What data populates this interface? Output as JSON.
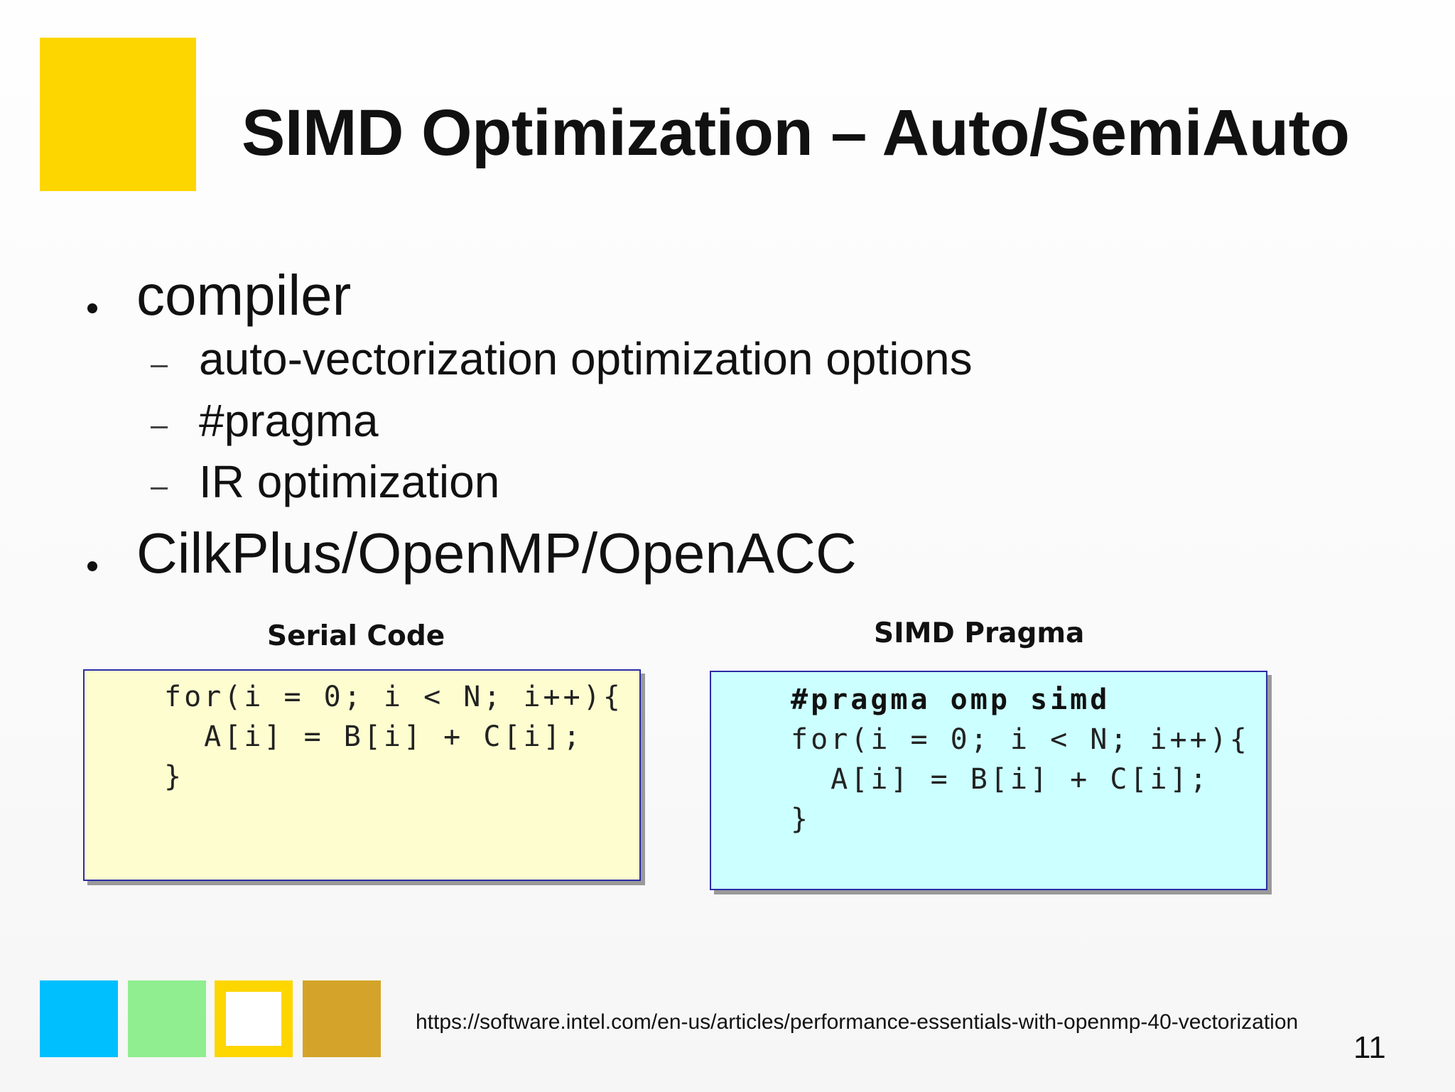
{
  "slide": {
    "title": "SIMD Optimization – Auto/SemiAuto",
    "bullets": [
      {
        "text": "compiler",
        "sub": [
          "auto-vectorization optimization options",
          "#pragma",
          "IR optimization"
        ]
      },
      {
        "text": "CilkPlus/OpenMP/OpenACC",
        "sub": []
      }
    ],
    "serial_code": {
      "label": "Serial Code",
      "lines": [
        "for(i = 0; i < N; i++){",
        "  A[i] = B[i] + C[i];",
        "}"
      ],
      "background": "#fdfdd0"
    },
    "simd_code": {
      "label": "SIMD Pragma",
      "pragma_line": "#pragma omp simd",
      "lines": [
        "for(i = 0; i < N; i++){",
        "  A[i] = B[i] + C[i];",
        "}"
      ],
      "background": "#ccffff"
    },
    "reference_url": "https://software.intel.com/en-us/articles/performance-essentials-with-openmp-40-vectorization",
    "page_number": "11"
  },
  "colors": {
    "accent_yellow": "#fdd600",
    "square_blue": "#00bfff",
    "square_green": "#90ee90",
    "square_gold": "#d4a32a",
    "code_border": "#2c2ca8"
  }
}
